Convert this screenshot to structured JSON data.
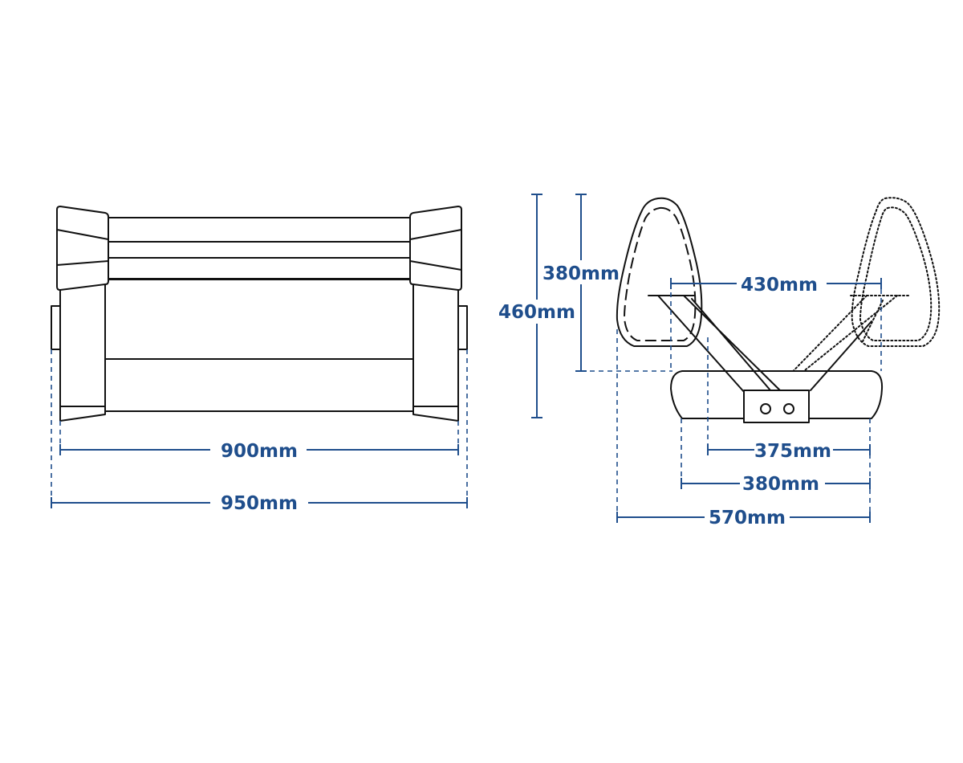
{
  "dimensions": {
    "front_inner_width": "900mm",
    "front_overall_width": "950mm",
    "back_height": "380mm",
    "overall_height": "460mm",
    "flip_spacing": "430mm",
    "pivot_to_front": "375mm",
    "seat_depth": "380mm",
    "overall_depth": "570mm"
  },
  "colors": {
    "dimension": "#1f4e8c",
    "outline": "#111111",
    "background": "#ffffff"
  }
}
